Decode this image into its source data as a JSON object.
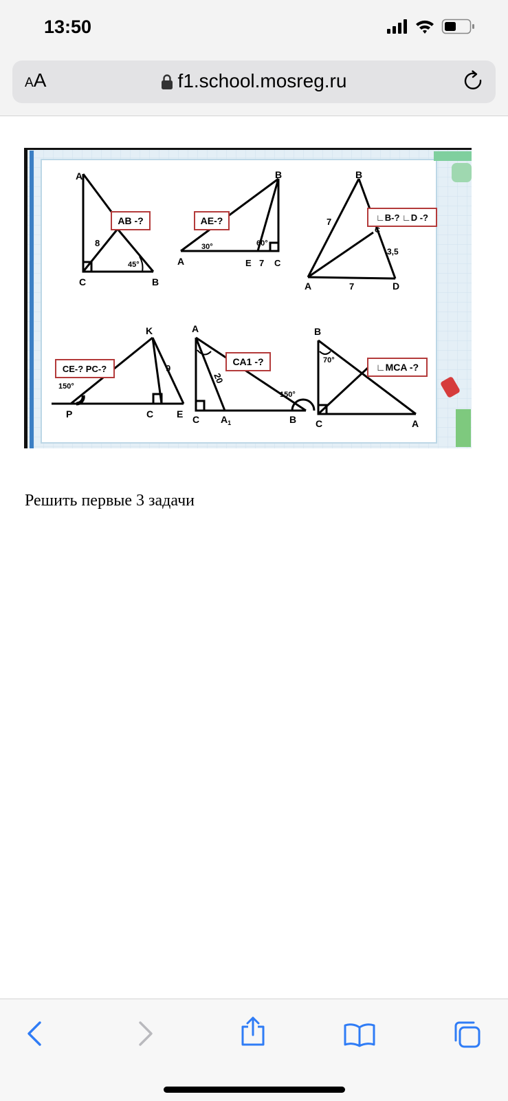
{
  "status": {
    "time": "13:50"
  },
  "browser": {
    "aa_small": "A",
    "aa_large": "A",
    "url": "f1.school.mosreg.ru"
  },
  "figure": {
    "p1": {
      "box": "AB -?",
      "v_a": "A",
      "v_c": "C",
      "v_b": "B",
      "side": "8",
      "angle": "45°"
    },
    "p2": {
      "box": "AE-?",
      "v_a": "A",
      "v_b": "B",
      "v_e": "E",
      "v_c": "C",
      "seg": "7",
      "angle1": "30°",
      "angle2": "60°"
    },
    "p3": {
      "box": "∟B-? ∟D -?",
      "v_b": "B",
      "v_a": "A",
      "v_d": "D",
      "v_c": "C",
      "side1": "7",
      "side2": "7",
      "side3": "3,5"
    },
    "p4": {
      "box": "CE-? PC-?",
      "v_k": "K",
      "v_p": "P",
      "v_c": "C",
      "v_e": "E",
      "side": "9",
      "angle": "150°"
    },
    "p5": {
      "box": "CA1 -?",
      "v_a": "A",
      "v_c": "C",
      "v_a1": "A",
      "v_a1_sub": "1",
      "v_b": "B",
      "side": "20",
      "angle": "150°"
    },
    "p6": {
      "box": "∟MCA -?",
      "v_b": "B",
      "v_c": "C",
      "v_a": "A",
      "angle": "70°"
    }
  },
  "caption": "Решить первые 3 задачи"
}
